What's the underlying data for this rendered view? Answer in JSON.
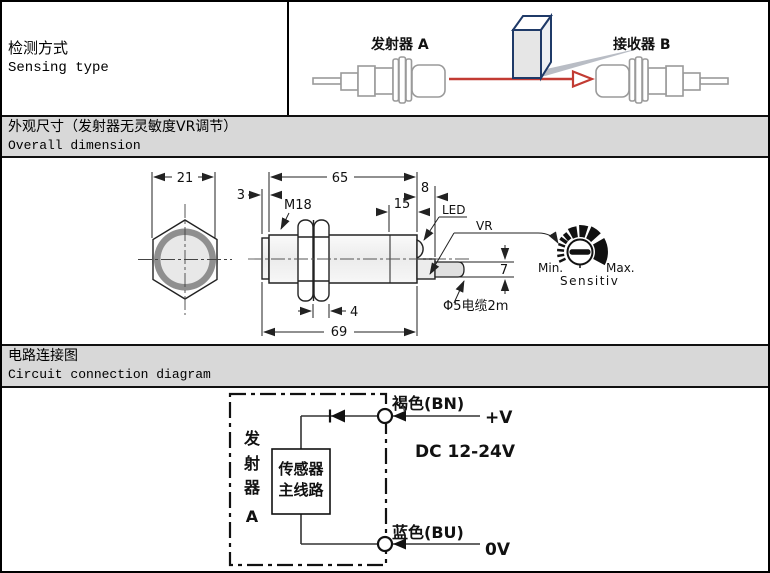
{
  "colors": {
    "band_bg": "#d8d8d8",
    "border": "#000000",
    "beam_red": "#c23b33",
    "box_outline": "#1f3a68",
    "shadow_gray": "#b9bdc5",
    "drawing_line": "#222222",
    "sensor_outline": "#9a9a9a"
  },
  "sensing": {
    "title_zh": "检测方式",
    "title_en": "Sensing type",
    "transmitter": "发射器 A",
    "receiver": "接收器 B"
  },
  "dimension": {
    "title_zh": "外观尺寸（发射器无灵敏度VR调节）",
    "title_en": "Overall dimension",
    "d21": "21",
    "d65": "65",
    "d3": "3",
    "d15": "15",
    "d8": "8",
    "d4": "4",
    "d69": "69",
    "d7": "7",
    "m18": "M18",
    "led": "LED",
    "vr": "VR",
    "min": "Min.",
    "max": "Max.",
    "sensitiv": "Sensitiv",
    "cable": "Φ5电缆2m"
  },
  "circuit": {
    "title_zh": "电路连接图",
    "title_en": "Circuit connection diagram",
    "box_chars": [
      "发",
      "射",
      "器",
      "A"
    ],
    "inner_line1": "传感器",
    "inner_line2": "主线路",
    "brown": "褐色(BN)",
    "plus_v": "+V",
    "supply": "DC 12-24V",
    "blue": "蓝色(BU)",
    "zero_v": "0V"
  }
}
